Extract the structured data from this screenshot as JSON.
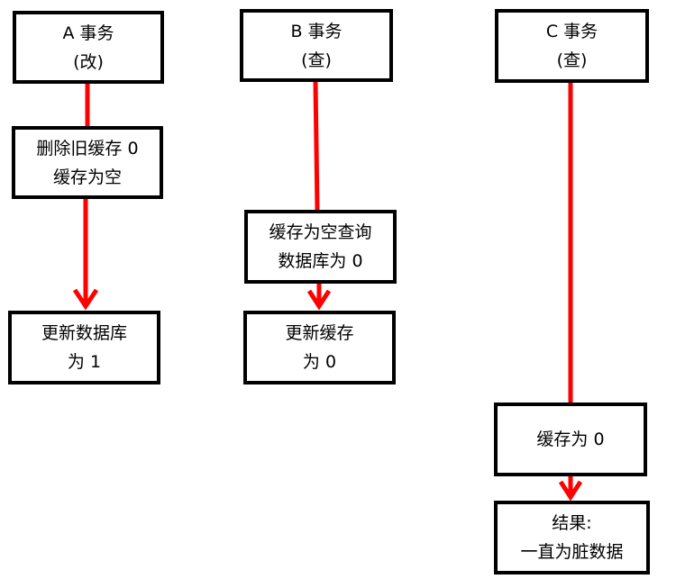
{
  "colors": {
    "arrow": "#ff0000",
    "box_border": "#000000",
    "background": "#ffffff"
  },
  "nodes": {
    "a_title": {
      "line1": "A 事务",
      "line2": "(改)"
    },
    "a_delete": {
      "line1": "删除旧缓存 0",
      "line2": "缓存为空"
    },
    "a_update": {
      "line1": "更新数据库",
      "line2": "为 1"
    },
    "b_title": {
      "line1": "B 事务",
      "line2": "(查)"
    },
    "b_query": {
      "line1": "缓存为空查询",
      "line2": "数据库为 0"
    },
    "b_update": {
      "line1": "更新缓存",
      "line2": "为 0"
    },
    "c_title": {
      "line1": "C 事务",
      "line2": "(查)"
    },
    "c_update": {
      "line1": "缓存为 0"
    },
    "c_result": {
      "line1": "结果:",
      "line2": "一直为脏数据"
    }
  }
}
